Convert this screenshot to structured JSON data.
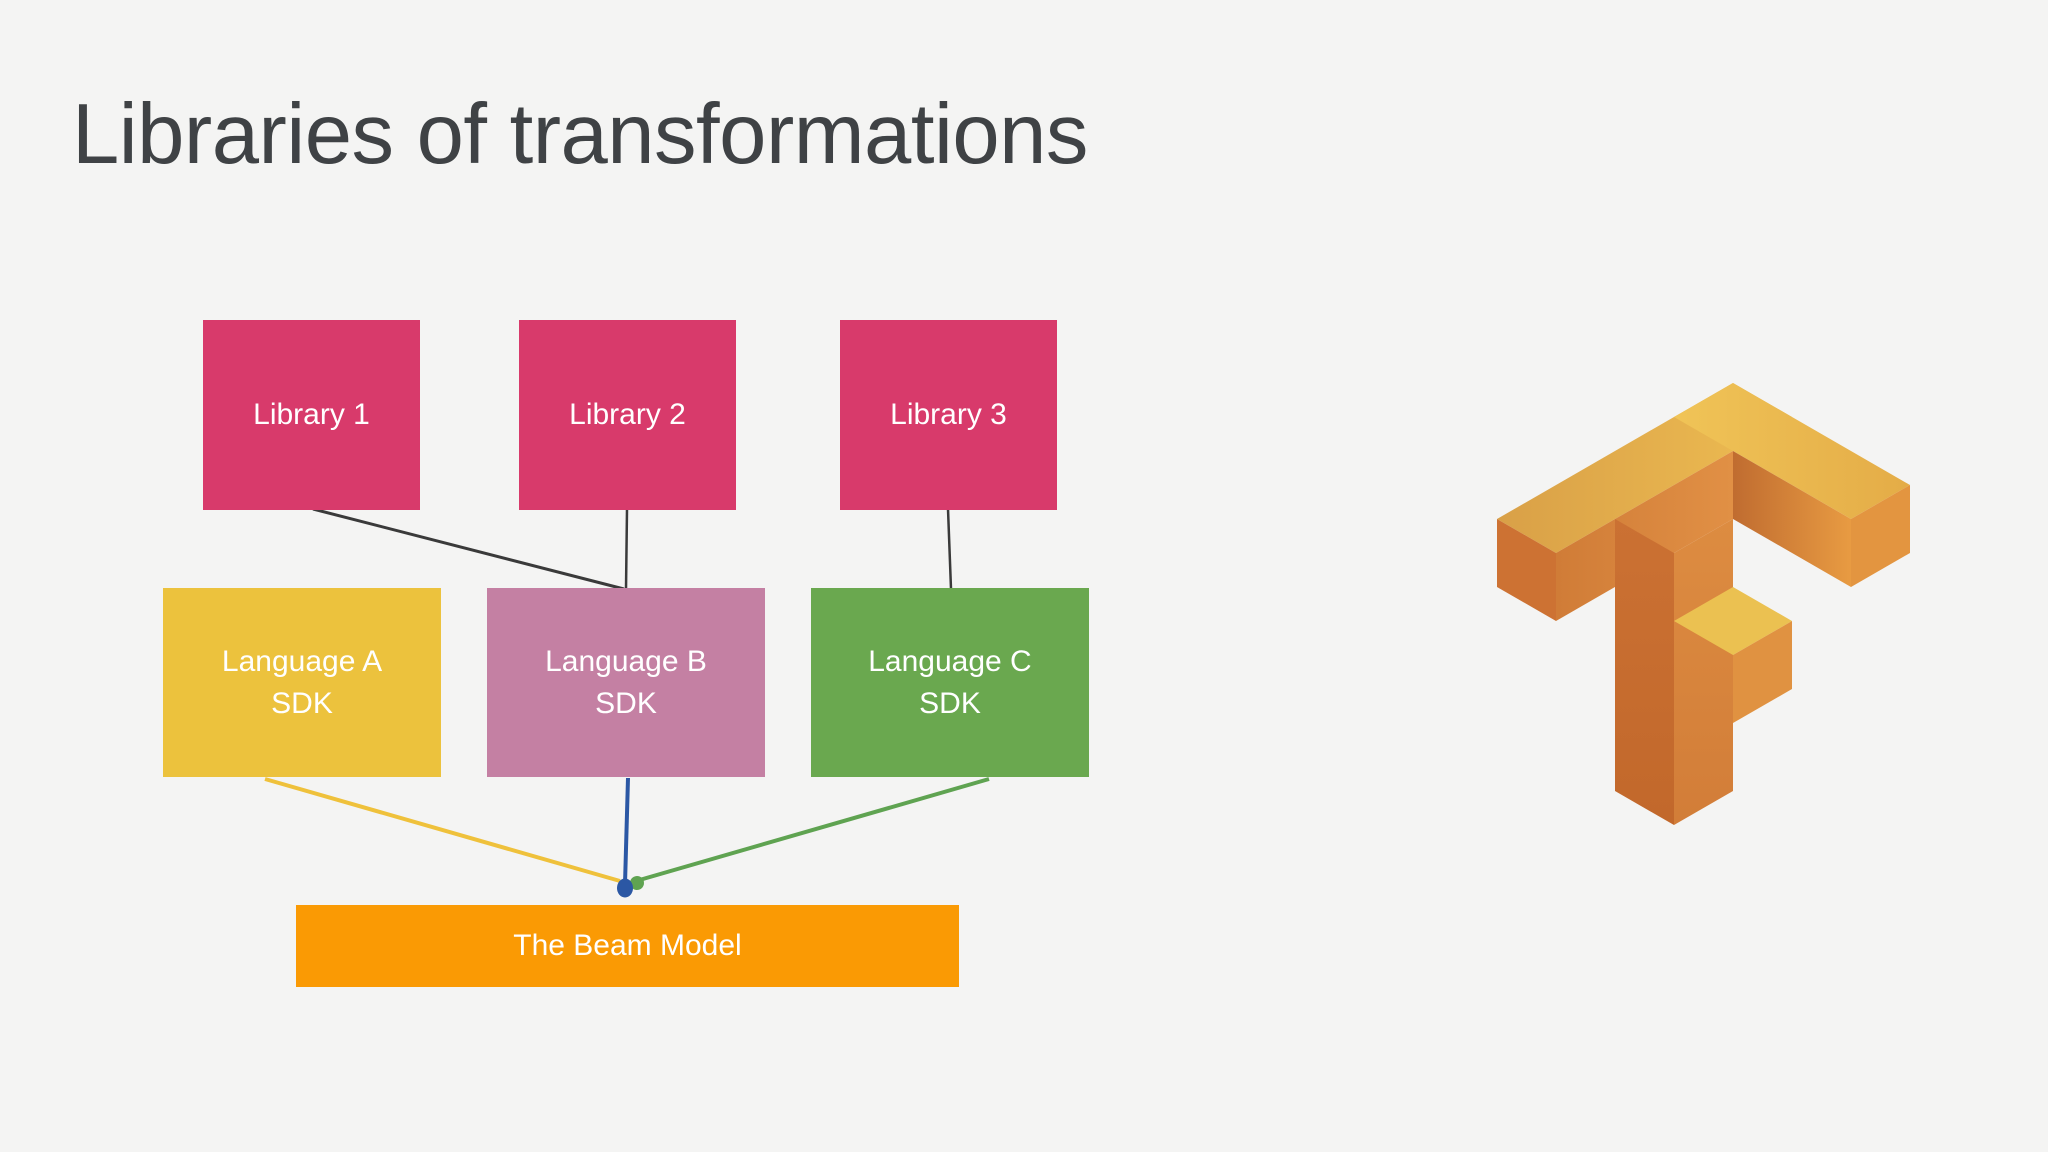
{
  "slide": {
    "title": "Libraries of transformations",
    "background_color": "#f4f4f3",
    "title_color": "#3f4245"
  },
  "diagram": {
    "libraries": [
      {
        "label": "Library 1",
        "color": "#d83a6b"
      },
      {
        "label": "Library 2",
        "color": "#d83a6b"
      },
      {
        "label": "Library 3",
        "color": "#d83a6b"
      }
    ],
    "sdks": [
      {
        "line1": "Language A",
        "line2": "SDK",
        "color": "#ecc23d"
      },
      {
        "line1": "Language B",
        "line2": "SDK",
        "color": "#c480a3"
      },
      {
        "line1": "Language C",
        "line2": "SDK",
        "color": "#6aa84f"
      }
    ],
    "model": {
      "label": "The Beam Model",
      "color": "#fa9a04"
    },
    "connector_colors": {
      "library_to_sdk": "#3a3a3a",
      "sdk_a_to_model": "#efc13b",
      "sdk_b_to_model": "#2b57a4",
      "sdk_c_to_model": "#5fa351"
    }
  },
  "logo": {
    "name": "tensorflow-logo",
    "palette": {
      "top_faces": "#e8b64e",
      "right_faces": "#dd8b41",
      "left_faces": "#ca7033"
    }
  }
}
